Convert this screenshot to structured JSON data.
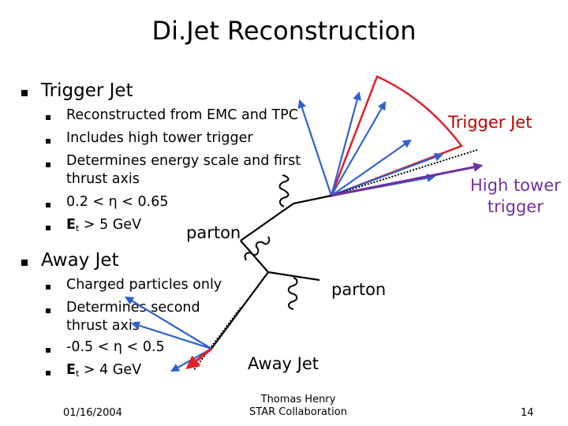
{
  "title": "Di.Jet Reconstruction",
  "trigger_jet": {
    "heading": "Trigger Jet",
    "bullets": [
      "Reconstructed from EMC and TPC",
      "Includes high tower trigger",
      "Determines energy scale and first",
      "thrust axis",
      "0.2 < η < 0.65",
      "E",
      "t",
      " > 5 GeV"
    ]
  },
  "away_jet": {
    "heading": "Away Jet",
    "bullets": [
      "Charged particles only",
      "Determines second",
      "thrust axis",
      "-0.5 < η < 0.5",
      "E",
      "t",
      " > 4 GeV"
    ]
  },
  "diagram": {
    "trigger_jet_label": "Trigger Jet",
    "high_tower_label_1": "High tower",
    "high_tower_label_2": "trigger",
    "parton_upper": "parton",
    "parton_lower": "parton",
    "away_jet_label": "Away Jet",
    "colors": {
      "trigger": "#e0202a",
      "away": "#e0202a",
      "tracks": "#3060d0",
      "high_tower": "#7030a0",
      "gluon": "#000000"
    }
  },
  "footer": {
    "date": "01/16/2004",
    "author_1": "Thomas Henry",
    "author_2": "STAR Collaboration",
    "page": "14"
  }
}
